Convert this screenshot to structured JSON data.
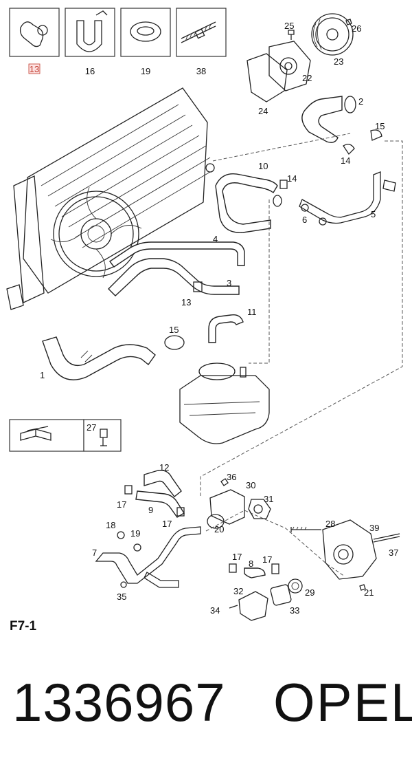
{
  "diagram": {
    "header_boxes": [
      {
        "ref": "13",
        "highlighted": true
      },
      {
        "ref": "16",
        "highlighted": false
      },
      {
        "ref": "19",
        "highlighted": false
      },
      {
        "ref": "38",
        "highlighted": false
      }
    ],
    "callouts": {
      "c25": "25",
      "c26": "26",
      "c23": "23",
      "c22": "22",
      "c24": "24",
      "c2": "2",
      "c15a": "15",
      "c14a": "14",
      "c10": "10",
      "c14b": "14",
      "c5": "5",
      "c6": "6",
      "c4": "4",
      "c3": "3",
      "c13": "13",
      "c11": "11",
      "c15b": "15",
      "c1": "1",
      "c27": "27",
      "c12": "12",
      "c36": "36",
      "c30": "30",
      "c31": "31",
      "c17a": "17",
      "c9": "9",
      "c17b": "17",
      "c18": "18",
      "c19": "19",
      "c20": "20",
      "c7": "7",
      "c35": "35",
      "c28": "28",
      "c39": "39",
      "c37": "37",
      "c17c": "17",
      "c8": "8",
      "c17d": "17",
      "c32": "32",
      "c29": "29",
      "c21": "21",
      "c34": "34",
      "c33": "33"
    },
    "highlight_color": "#c0392b"
  },
  "footer": {
    "section_code": "F7-1",
    "part_number": "1336967",
    "brand": "OPEL"
  }
}
